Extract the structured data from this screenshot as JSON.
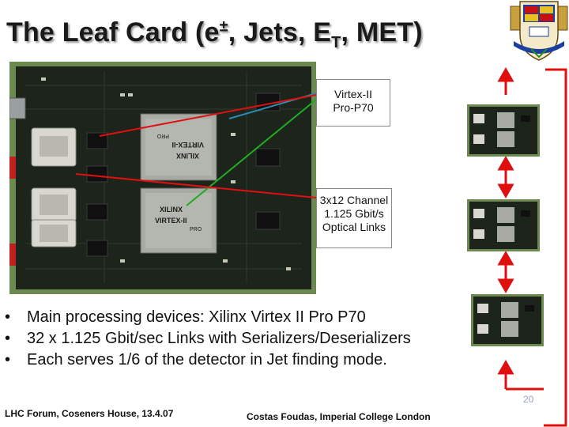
{
  "title": {
    "prefix": "The Leaf Card (e",
    "sup": "±",
    "middle": ", Jets, E",
    "sub": "T",
    "suffix": ", MET)"
  },
  "callouts": {
    "virtex": [
      "Virtex-II",
      "Pro-P70"
    ],
    "links": [
      "3x12 Channel",
      "1.125 Gbit/s",
      "Optical Links"
    ]
  },
  "board_text": {
    "chip_brand_1": "XILINX",
    "chip_model_1": "VIRTEX-II",
    "chip_pro_1": "PRO",
    "chip_brand_2": "XILINX",
    "chip_model_2": "VIRTEX-II",
    "chip_pro_2": "PRO"
  },
  "bullets": [
    "Main processing devices: Xilinx Virtex II Pro P70",
    "32 x 1.125 Gbit/sec Links with Serializers/Deserializers",
    "Each serves 1/6 of the detector in Jet finding mode."
  ],
  "page_number": "20",
  "footer": {
    "left": "LHC Forum, Coseners House, 13.4.07",
    "center": "Costas Foudas, Imperial College London"
  },
  "colors": {
    "line_blue": "#2a8ab0",
    "line_red": "#e01010",
    "line_green": "#22aa22",
    "ring_red": "#e01010",
    "board": "#1c241c"
  },
  "icons": {
    "crest": "imperial-college-crest-icon"
  }
}
